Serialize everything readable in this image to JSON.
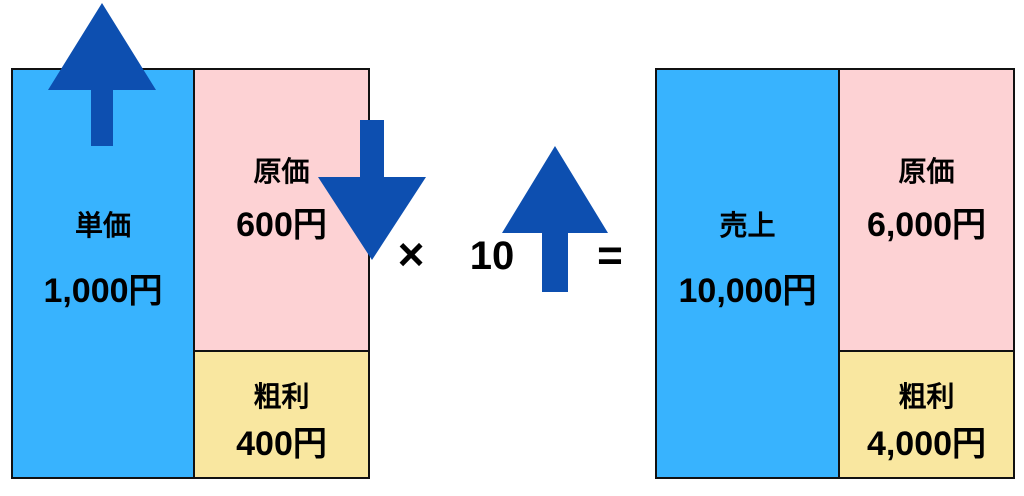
{
  "colors": {
    "price_blue": "#38b3fe",
    "cost_pink": "#fdd2d4",
    "profit_yellow": "#f9e7a0",
    "arrow_blue": "#0d4fb0",
    "border_black": "#111111"
  },
  "left_block": {
    "unit_price": {
      "label": "単価",
      "value": "1,000円"
    },
    "cost": {
      "label": "原価",
      "value": "600円"
    },
    "gross_profit": {
      "label": "粗利",
      "value": "400円"
    }
  },
  "formula": {
    "multiply_sign": "×",
    "multiplier": "10",
    "equals_sign": "="
  },
  "right_block": {
    "sales": {
      "label": "売上",
      "value": "10,000円"
    },
    "cost": {
      "label": "原価",
      "value": "6,000円"
    },
    "gross_profit": {
      "label": "粗利",
      "value": "4,000円"
    }
  },
  "icons": {
    "price_up": "up-arrow",
    "cost_down": "down-arrow",
    "quantity_up": "up-arrow"
  }
}
